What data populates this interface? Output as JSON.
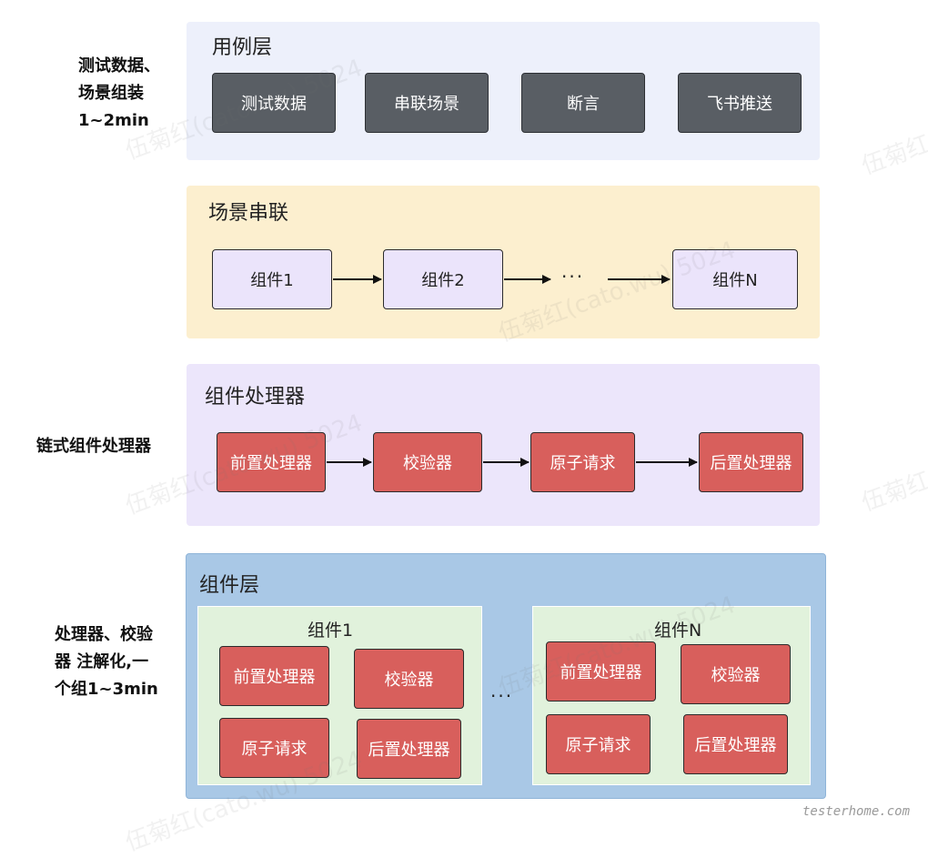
{
  "side_labels": {
    "case_layer": "测试数据、\n场景组装\n1~2min",
    "processor_layer": "链式组件处理器",
    "component_layer": "处理器、校验\n器 注解化,一\n个组1~3min"
  },
  "case_layer": {
    "title": "用例层",
    "items": [
      "测试数据",
      "串联场景",
      "断言",
      "飞书推送"
    ]
  },
  "scenario_layer": {
    "title": "场景串联",
    "items": [
      "组件1",
      "组件2",
      "组件N"
    ],
    "ellipsis": "···"
  },
  "processor_layer": {
    "title": "组件处理器",
    "items": [
      "前置处理器",
      "校验器",
      "原子请求",
      "后置处理器"
    ]
  },
  "component_layer": {
    "title": "组件层",
    "ellipsis": "···",
    "groups": [
      {
        "title": "组件1",
        "items": [
          "前置处理器",
          "校验器",
          "原子请求",
          "后置处理器"
        ]
      },
      {
        "title": "组件N",
        "items": [
          "前置处理器",
          "校验器",
          "原子请求",
          "后置处理器"
        ]
      }
    ]
  },
  "watermarks": {
    "author": "伍菊红(cato.wu) 5024",
    "author_short": "伍菊红",
    "site": "testerhome.com"
  },
  "colors": {
    "case_bg": "#edf0fb",
    "scenario_bg": "#fcefcf",
    "processor_bg": "#ece6fb",
    "component_bg": "#a9c8e6",
    "group_bg": "#e1f2dc",
    "dark_box": "#595e64",
    "red_box": "#d85f5c",
    "lilac_box": "#ebe4fb"
  }
}
